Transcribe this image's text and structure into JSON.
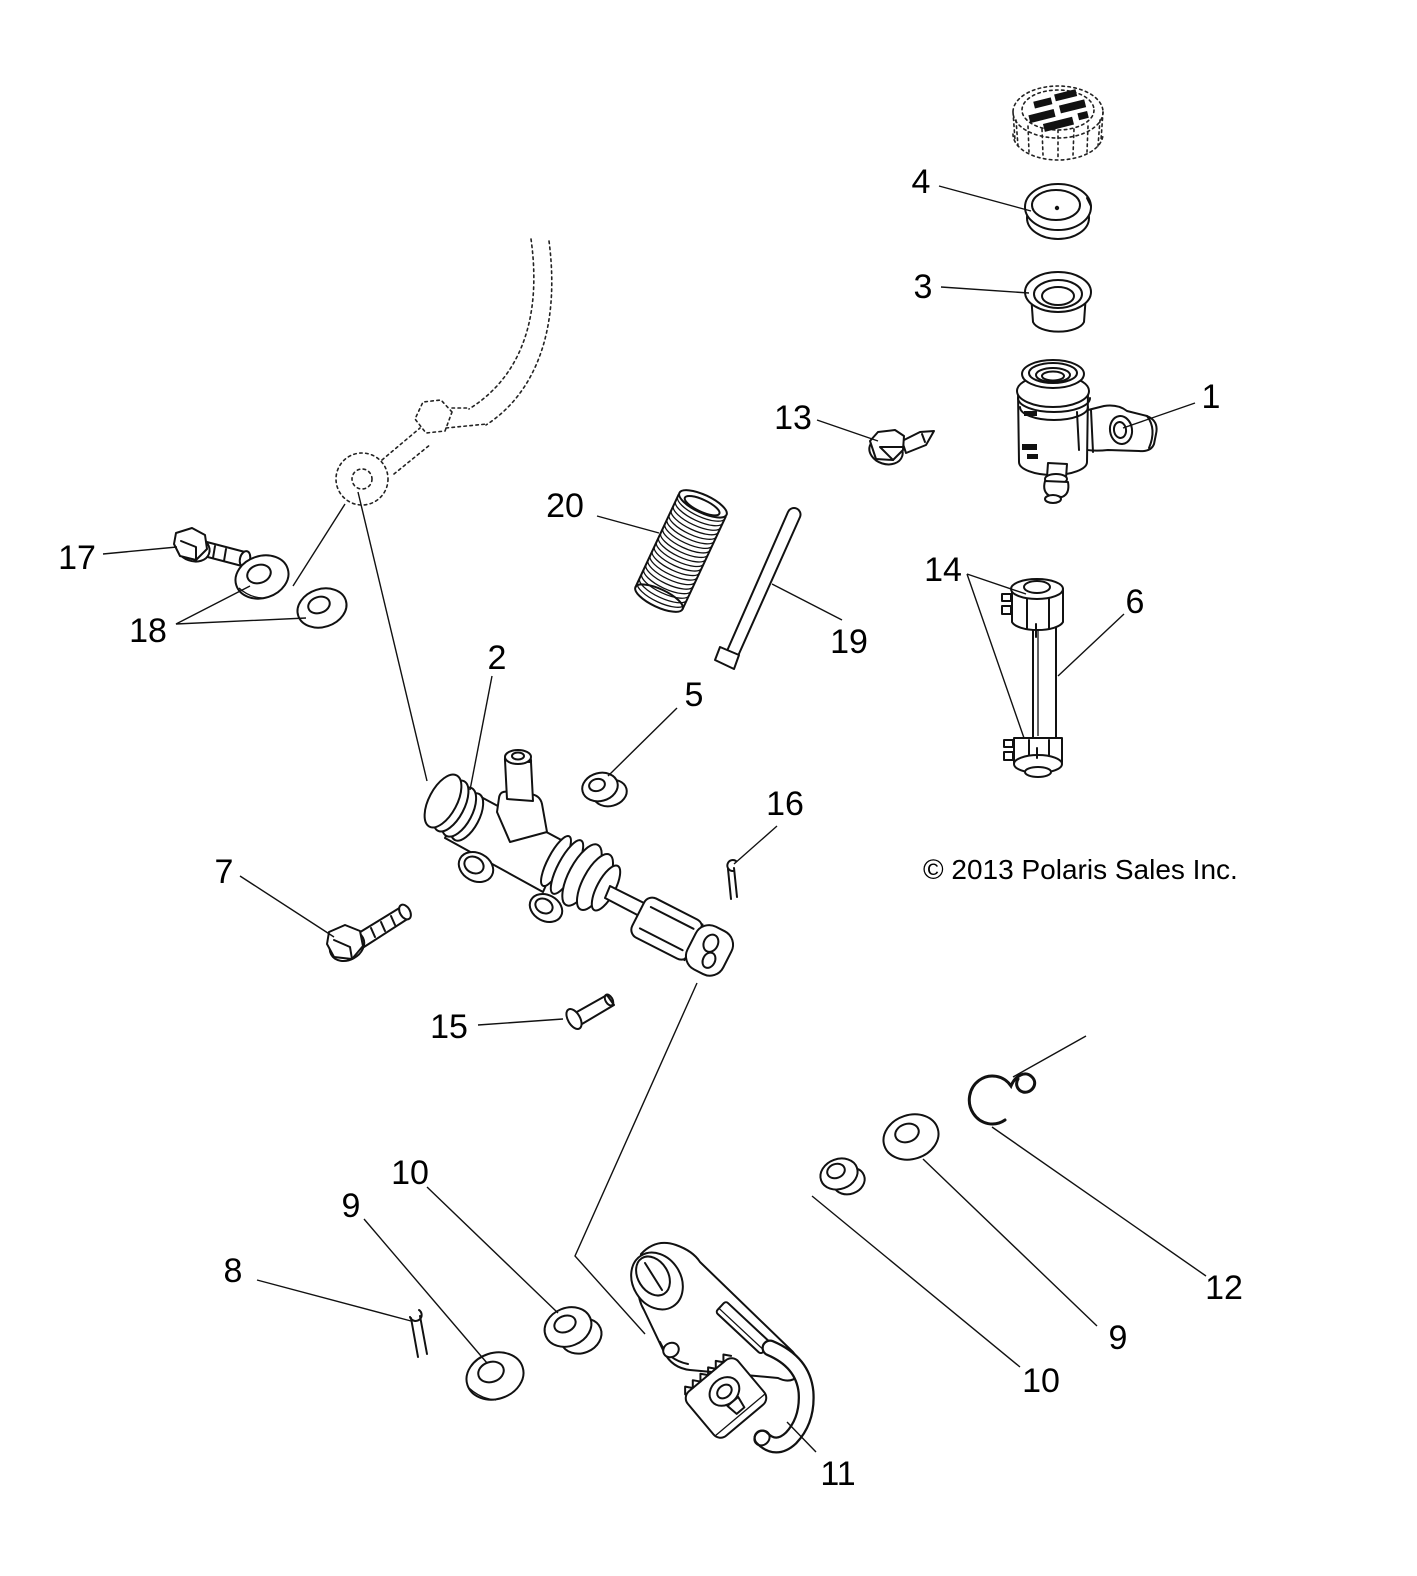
{
  "copyright": "© 2013 Polaris Sales Inc.",
  "callouts": {
    "c1": "1",
    "c2": "2",
    "c3": "3",
    "c4": "4",
    "c5": "5",
    "c6": "6",
    "c7": "7",
    "c8": "8",
    "c9_left": "9",
    "c9_right": "9",
    "c10_left": "10",
    "c10_right": "10",
    "c11": "11",
    "c12": "12",
    "c13": "13",
    "c14": "14",
    "c15": "15",
    "c16": "16",
    "c17": "17",
    "c18": "18",
    "c19": "19",
    "c20": "20"
  }
}
